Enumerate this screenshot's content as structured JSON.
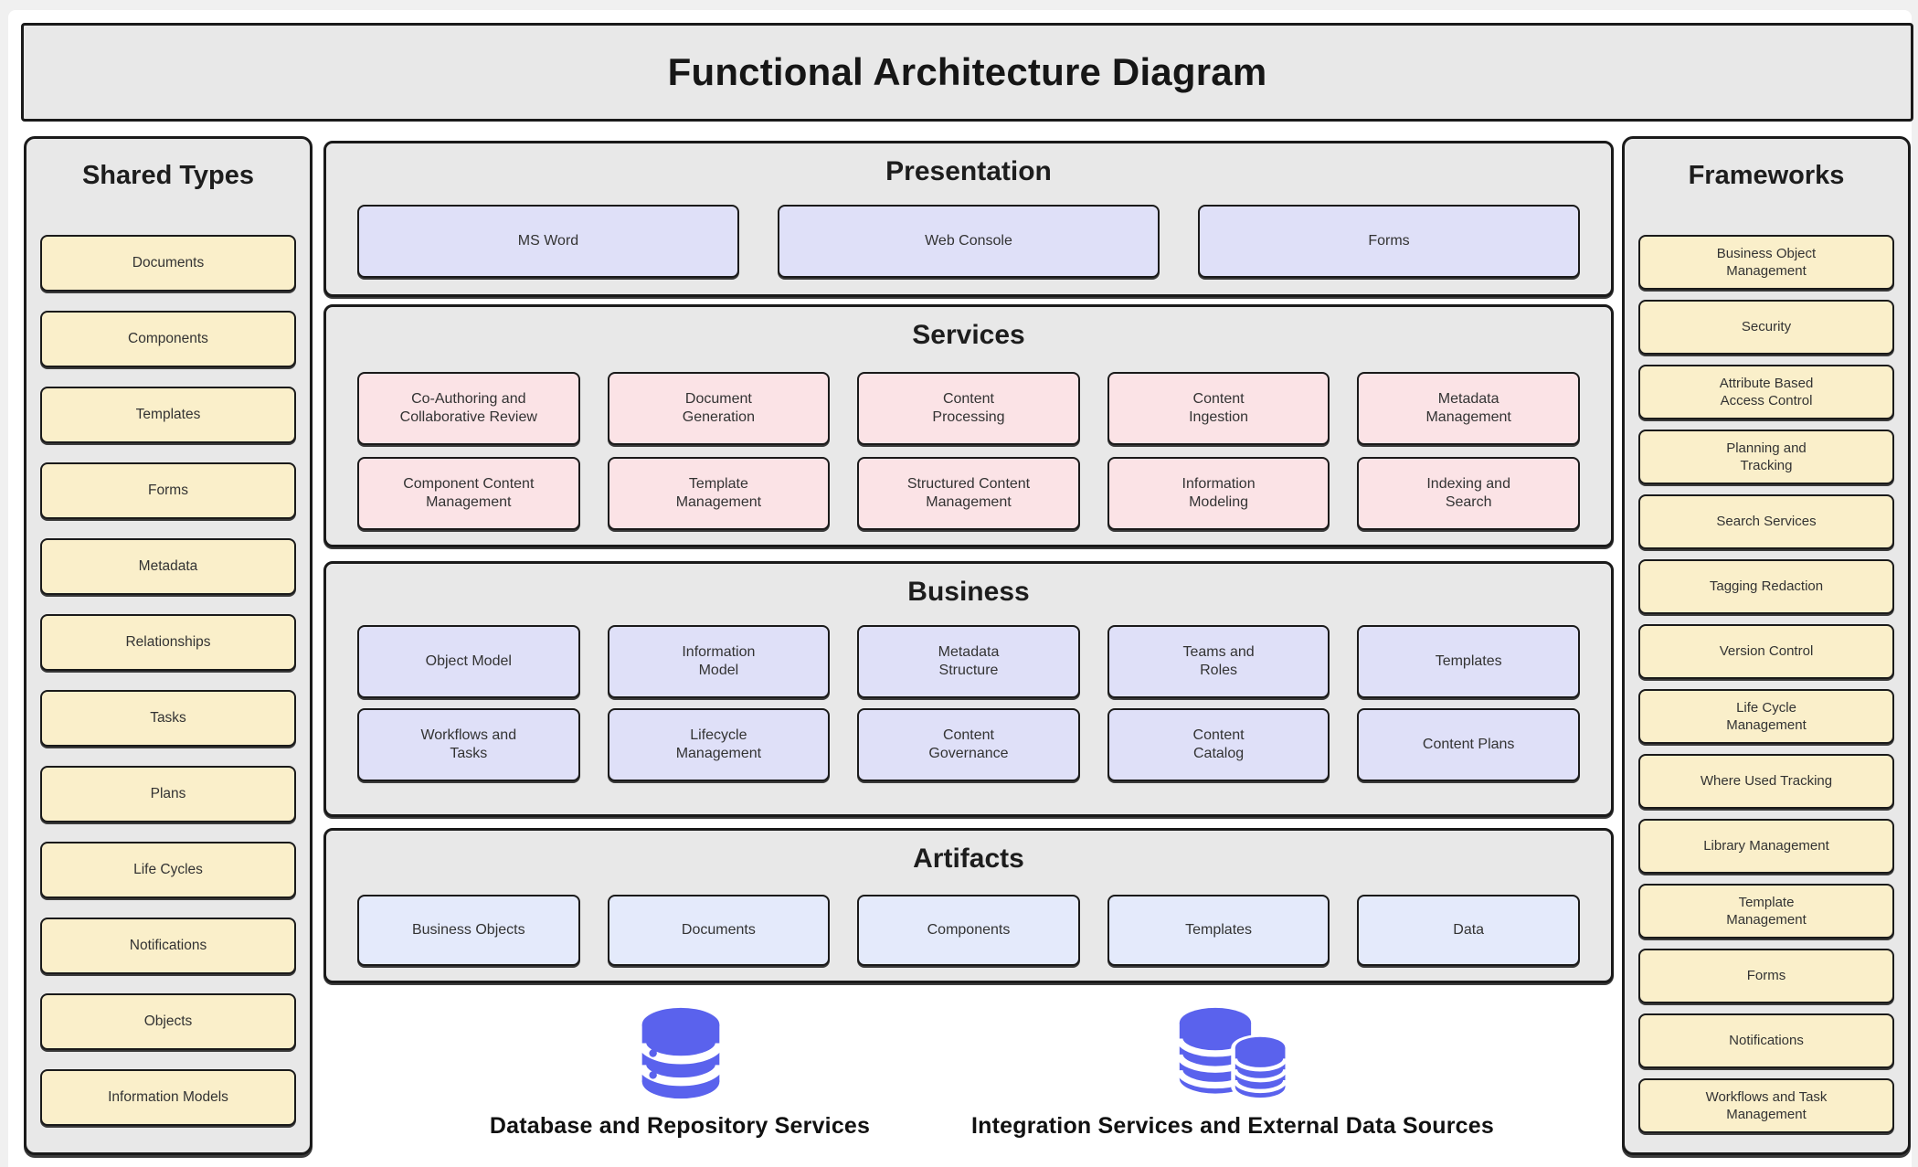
{
  "title": "Functional Architecture Diagram",
  "shared_types": {
    "title": "Shared Types",
    "items": [
      "Documents",
      "Components",
      "Templates",
      "Forms",
      "Metadata",
      "Relationships",
      "Tasks",
      "Plans",
      "Life Cycles",
      "Notifications",
      "Objects",
      "Information Models"
    ]
  },
  "frameworks": {
    "title": "Frameworks",
    "items": [
      "Business Object\nManagement",
      "Security",
      "Attribute Based\nAccess Control",
      "Planning and\nTracking",
      "Search Services",
      "Tagging Redaction",
      "Version Control",
      "Life Cycle\nManagement",
      "Where Used Tracking",
      "Library Management",
      "Template\nManagement",
      "Forms",
      "Notifications",
      "Workflows and Task\nManagement"
    ]
  },
  "sections": {
    "presentation": {
      "title": "Presentation",
      "items": [
        "MS Word",
        "Web Console",
        "Forms"
      ]
    },
    "services": {
      "title": "Services",
      "items": [
        "Co-Authoring and\nCollaborative Review",
        "Document\nGeneration",
        "Content\nProcessing",
        "Content\nIngestion",
        "Metadata\nManagement",
        "Component Content\nManagement",
        "Template\nManagement",
        "Structured Content\nManagement",
        "Information\nModeling",
        "Indexing and\nSearch"
      ]
    },
    "business": {
      "title": "Business",
      "items": [
        "Object Model",
        "Information\nModel",
        "Metadata\nStructure",
        "Teams and\nRoles",
        "Templates",
        "Workflows and\nTasks",
        "Lifecycle\nManagement",
        "Content\nGovernance",
        "Content\nCatalog",
        "Content Plans"
      ]
    },
    "artifacts": {
      "title": "Artifacts",
      "items": [
        "Business Objects",
        "Documents",
        "Components",
        "Templates",
        "Data"
      ]
    }
  },
  "footer": {
    "items": [
      {
        "icon": "database-icon",
        "label": "Database and Repository Services"
      },
      {
        "icon": "databases-icon",
        "label": "Integration Services and External Data Sources"
      }
    ]
  },
  "colors": {
    "panel_bg": "#e8e8e8",
    "box_yellow": "#faefca",
    "box_pink": "#fbe3e6",
    "box_lavender": "#dfe0f8",
    "box_blue": "#e4eafb",
    "border": "#1a1a1a",
    "database_icon": "#5a62ed"
  }
}
